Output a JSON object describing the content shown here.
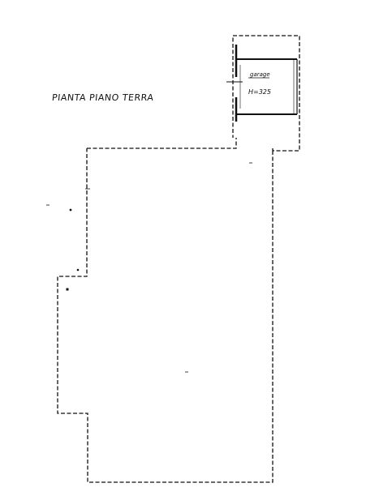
{
  "title": "PIANTA PIANO TERRA",
  "garage": {
    "name": "garage",
    "height": "H=325"
  },
  "colors": {
    "ink": "#111111",
    "paper": "#ffffff"
  }
}
